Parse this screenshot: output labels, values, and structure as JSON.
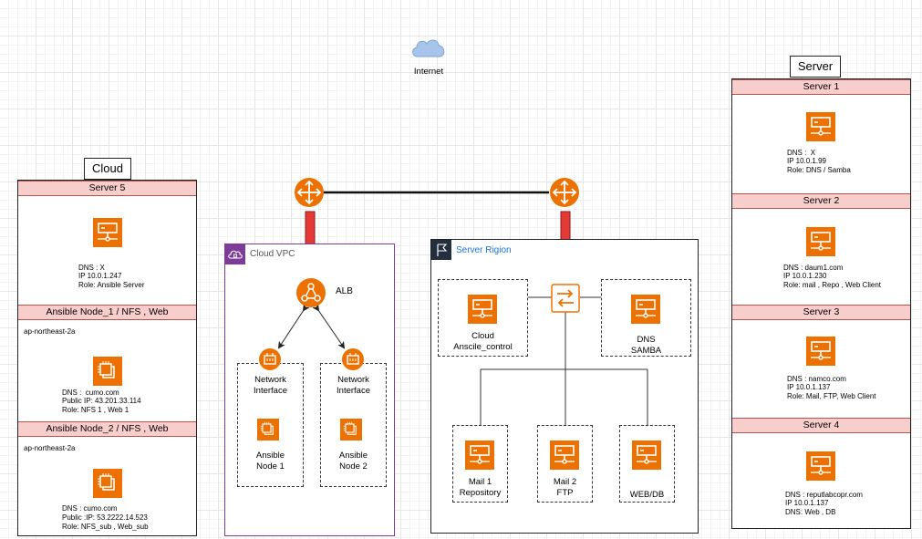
{
  "internet": {
    "label": "Internet"
  },
  "cloud": {
    "title": "Cloud",
    "nodes": [
      {
        "header": "Server 5",
        "region": "",
        "dns": "DNS : X",
        "ip": "IP 10.0.1.247",
        "role": "Role: Ansible Server",
        "icon": "server-icon"
      },
      {
        "header": "Ansible Node_1 / NFS , Web",
        "region": "ap-northeast-2a",
        "dns": "DNS :  cumo.com",
        "ip": "Public IP: 43.201.33.114",
        "role": "Role: NFS 1 , Web 1",
        "icon": "ec2-instance-icon"
      },
      {
        "header": "Ansible Node_2 / NFS , Web",
        "region": "ap-northeast-2a",
        "dns": "DNS : cumo.com",
        "ip": "Public :IP: 53.2222.14.523",
        "role": "Role: NFS_sub , Web_sub",
        "icon": "ec2-instance-icon"
      }
    ]
  },
  "vpc": {
    "title": "Cloud VPC",
    "alb": "ALB",
    "interfaces": [
      "Network\nInterface",
      "Network\nInterface"
    ],
    "nodes": [
      "Ansible\nNode 1",
      "Ansible\nNode 2"
    ]
  },
  "region": {
    "title": "Server Rigion",
    "control": "Cloud\nAnscile_control",
    "dns": "DNS\nSAMBA",
    "bottom": [
      "Mail 1\nRepository",
      "Mail 2\nFTP",
      "WEB/DB"
    ]
  },
  "server": {
    "title": "Server",
    "nodes": [
      {
        "header": "Server 1",
        "dns": "DNS :  X",
        "ip": "IP 10.0.1.99",
        "role": "Role: DNS / Samba"
      },
      {
        "header": "Server 2",
        "dns": "DNS : daum1.com",
        "ip": "IP 10.0.1.230",
        "role": "Role: mail , Repo , Web Client"
      },
      {
        "header": "Server 3",
        "dns": "DNS : namco.com",
        "ip": "IP 10.0.1.137",
        "role": "Role: Mail, FTP, Web Client"
      },
      {
        "header": "Server 4",
        "dns": "DNS : reputlabcopr.com",
        "ip": "IP 10.0.1.137",
        "role": "DNS: Web , DB"
      }
    ]
  },
  "colors": {
    "aws_orange": "#ed7100",
    "header_fill": "#f8cecc",
    "arrow_red": "#e53935",
    "vpc_purple": "#7d3c98",
    "region_blue": "#1a73e8"
  }
}
